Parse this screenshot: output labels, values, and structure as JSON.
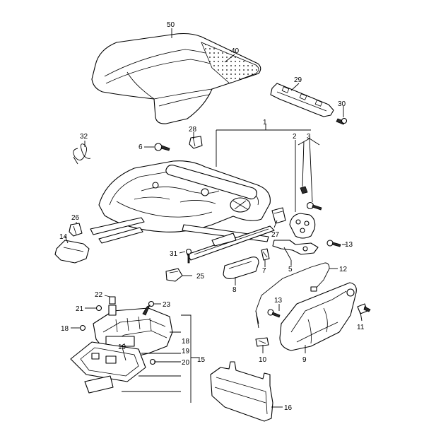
{
  "diagram": {
    "callouts": [
      {
        "id": "c1",
        "label": "1"
      },
      {
        "id": "c2",
        "label": "2"
      },
      {
        "id": "c3",
        "label": "3"
      },
      {
        "id": "c5",
        "label": "5"
      },
      {
        "id": "c6",
        "label": "6"
      },
      {
        "id": "c7",
        "label": "7"
      },
      {
        "id": "c8",
        "label": "8"
      },
      {
        "id": "c9",
        "label": "9"
      },
      {
        "id": "c10",
        "label": "10"
      },
      {
        "id": "c11",
        "label": "11"
      },
      {
        "id": "c12",
        "label": "12"
      },
      {
        "id": "c13a",
        "label": "13"
      },
      {
        "id": "c13b",
        "label": "13"
      },
      {
        "id": "c14",
        "label": "14"
      },
      {
        "id": "c15",
        "label": "15"
      },
      {
        "id": "c16",
        "label": "16"
      },
      {
        "id": "c18a",
        "label": "18"
      },
      {
        "id": "c18b",
        "label": "18"
      },
      {
        "id": "c19a",
        "label": "19"
      },
      {
        "id": "c19b",
        "label": "19"
      },
      {
        "id": "c20",
        "label": "20"
      },
      {
        "id": "c21",
        "label": "21"
      },
      {
        "id": "c22",
        "label": "22"
      },
      {
        "id": "c23",
        "label": "23"
      },
      {
        "id": "c25",
        "label": "25"
      },
      {
        "id": "c26",
        "label": "26"
      },
      {
        "id": "c27",
        "label": "27"
      },
      {
        "id": "c28",
        "label": "28"
      },
      {
        "id": "c29",
        "label": "29"
      },
      {
        "id": "c30",
        "label": "30"
      },
      {
        "id": "c31",
        "label": "31"
      },
      {
        "id": "c32",
        "label": "32"
      },
      {
        "id": "c40",
        "label": "40"
      },
      {
        "id": "c50",
        "label": "50"
      }
    ]
  }
}
